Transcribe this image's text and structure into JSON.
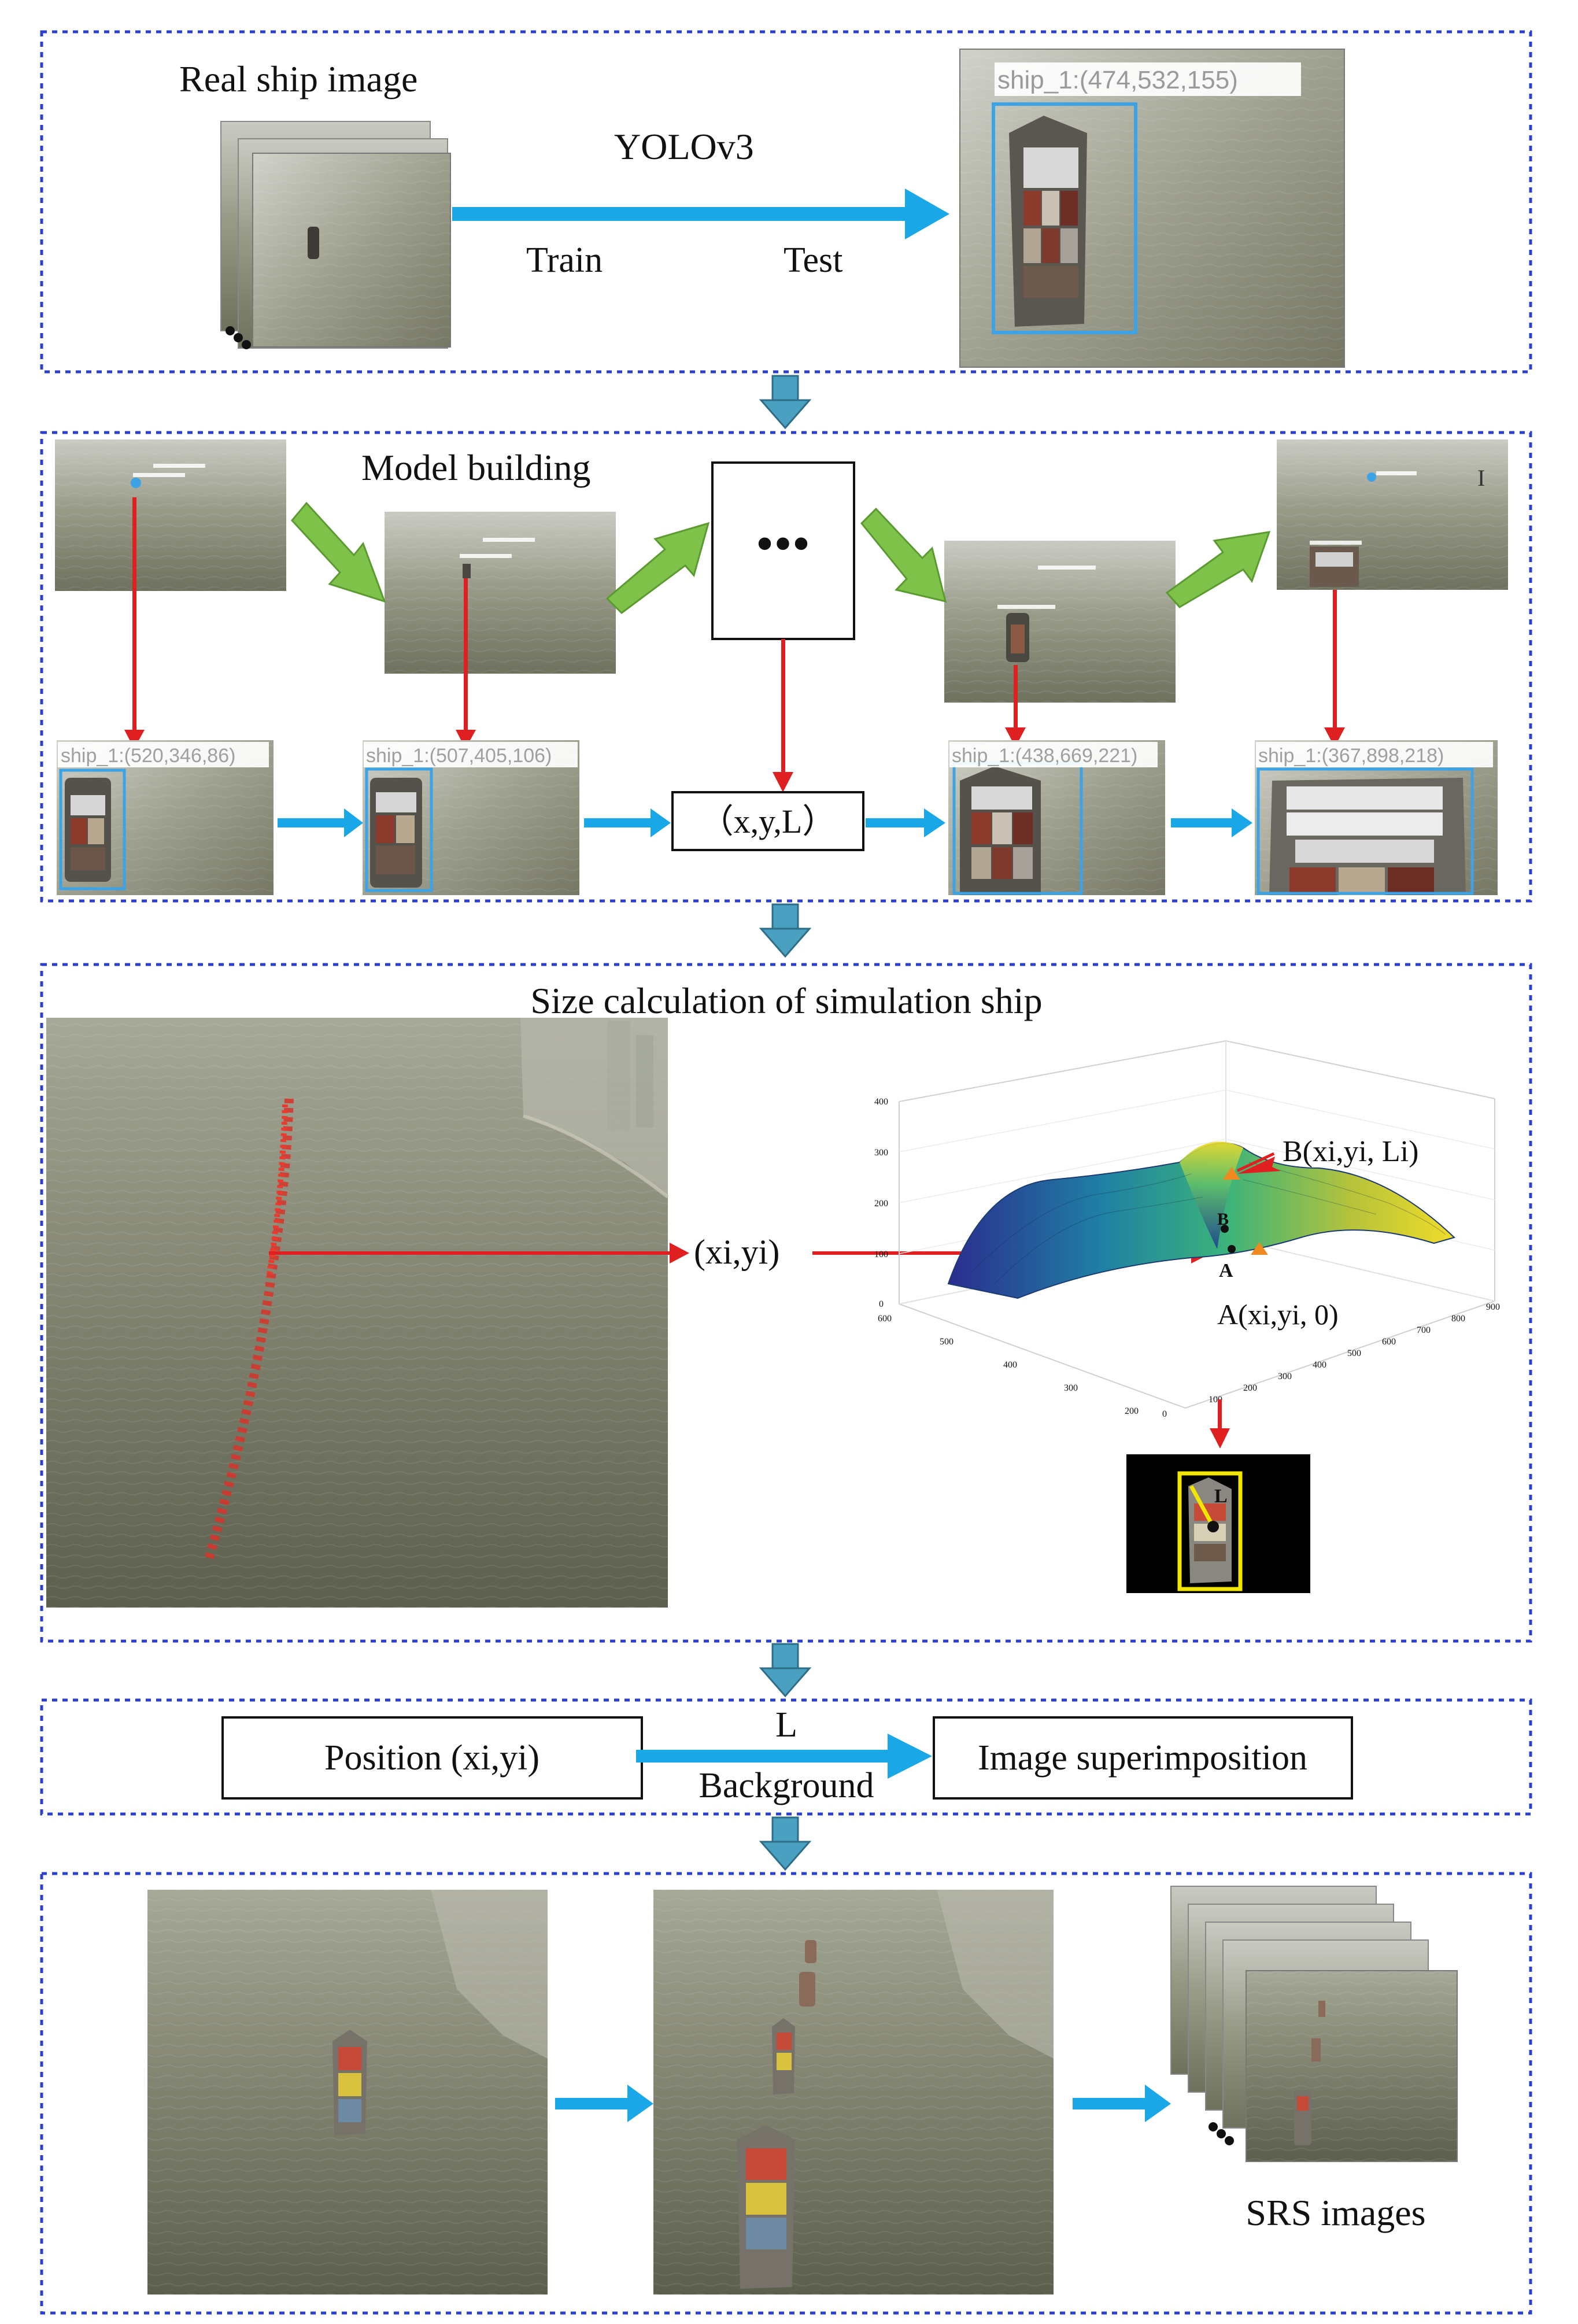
{
  "section1": {
    "title": "Real ship image",
    "method": "YOLOv3",
    "train_label": "Train",
    "test_label": "Test",
    "detection_label": "ship_1:(474,532,155)"
  },
  "section2": {
    "title": "Model building",
    "ellipsis": "•••",
    "center_label": "（x,y,L）",
    "detections": [
      "ship_1:(520,346,86)",
      "ship_1:(507,405,106)",
      "ship_1:(438,669,221)",
      "ship_1:(367,898,218)"
    ]
  },
  "section3": {
    "title": "Size calculation of simulation ship",
    "input_label": "(xi,yi)",
    "point_b": "B(xi,yi, Li)",
    "point_a": "A(xi,yi, 0)",
    "marker_b": "B",
    "marker_a": "A",
    "length_marker": "L",
    "z_ticks": [
      "400",
      "300",
      "200",
      "100",
      "0"
    ],
    "y_ticks": [
      "600",
      "500",
      "400",
      "300",
      "200"
    ],
    "x_ticks": [
      "0",
      "100",
      "200",
      "300",
      "400",
      "500",
      "600",
      "700",
      "800",
      "900"
    ]
  },
  "section4": {
    "position_label": "Position (xi,yi)",
    "arrow_top": "L",
    "arrow_bottom": "Background",
    "result_label": "Image superimposition"
  },
  "section5": {
    "output_label": "SRS images"
  },
  "colors": {
    "frame": "#2b3fd0",
    "blue_arrow": "#1aa7e8",
    "red_arrow": "#e02020",
    "green_arrow": "#7fc24a",
    "down_arrow": "#4aa0c0",
    "detect_box": "#3ba3e6",
    "yellow_box": "#f2e600"
  }
}
